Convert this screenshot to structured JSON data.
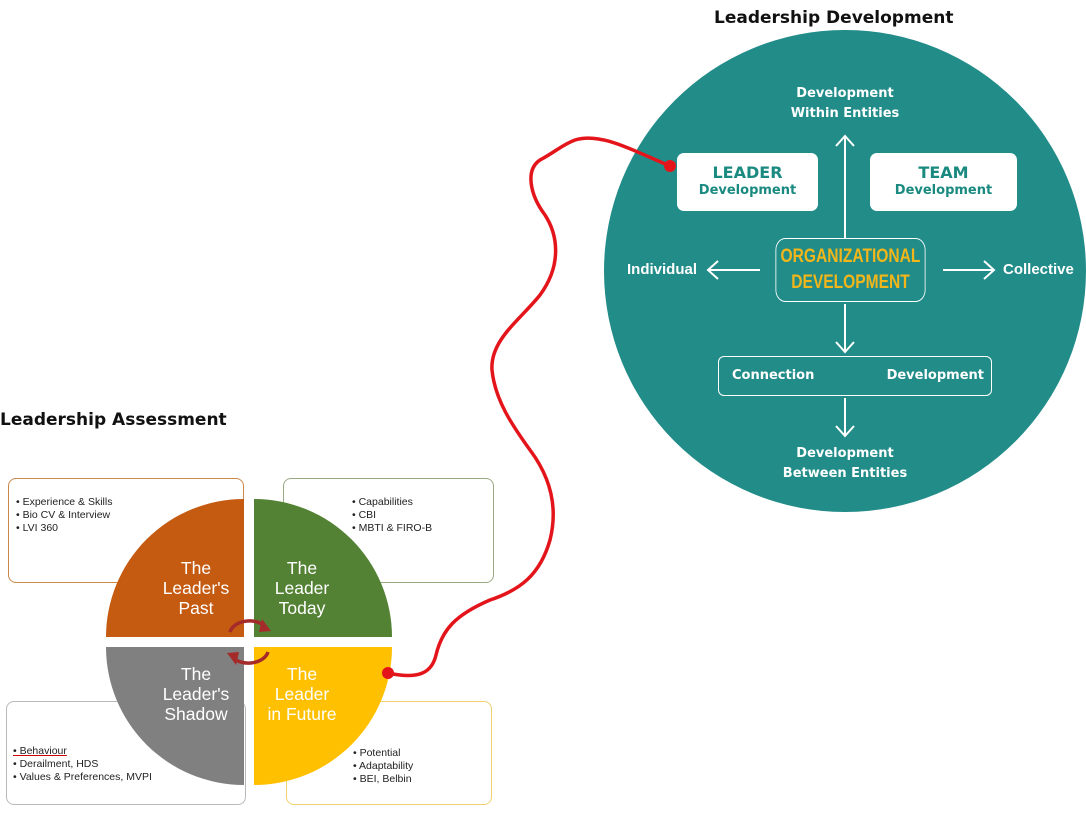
{
  "development": {
    "heading": "Leadership Development",
    "top_label": [
      "Development",
      "Within Entities"
    ],
    "bottom_label": [
      "Development",
      "Between Entities"
    ],
    "left_label": "Individual",
    "right_label": "Collective",
    "leader_card": {
      "title": "LEADER",
      "subtitle": "Development"
    },
    "team_card": {
      "title": "TEAM",
      "subtitle": "Development"
    },
    "org_box": [
      "ORGANIZATIONAL",
      "DEVELOPMENT"
    ],
    "connection_box": {
      "left": "Connection",
      "right": "Development"
    },
    "colors": {
      "circle": "#228c89",
      "org_text": "#f2b61a",
      "card_text": "#1a8a80",
      "connector": "#e3151b"
    }
  },
  "assessment": {
    "heading": "Leadership Assessment",
    "quadrants": {
      "past": {
        "label": "The\nLeader's\nPast",
        "color": "#c55a11",
        "frame_color": "#c9874a",
        "items": [
          "Experience & Skills",
          "Bio CV & Interview",
          "LVI 360"
        ]
      },
      "today": {
        "label": "The\nLeader\nToday",
        "color": "#548235",
        "frame_color": "#9aa886",
        "items": [
          "Capabilities",
          "CBI",
          "MBTI & FIRO-B"
        ]
      },
      "shadow": {
        "label": "The\nLeader's\nShadow",
        "color": "#808080",
        "frame_color": "#b9b9b9",
        "items": [
          "Behaviour",
          "Derailment, HDS",
          "Values & Preferences, MVPI"
        ]
      },
      "future": {
        "label": "The\nLeader\nin Future",
        "color": "#ffc000",
        "frame_color": "#f0d070",
        "items": [
          "Potential",
          "Adaptability",
          "BEI, Belbin"
        ]
      }
    },
    "cycle_arrow_color": "#a52a2a"
  }
}
